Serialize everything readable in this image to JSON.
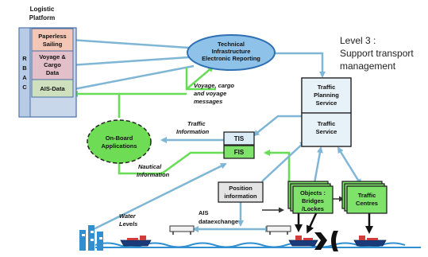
{
  "platform": {
    "title_line1": "Logistic",
    "title_line2": "Platform",
    "rbac_letters": [
      "R",
      "B",
      "A",
      "C"
    ],
    "paperless_line1": "Paperless",
    "paperless_line2": "Sailing",
    "voyage_line1": "Voyage &",
    "voyage_line2": "Cargo",
    "voyage_line3": "Data",
    "ais_data": "AIS-Data"
  },
  "technical": {
    "line1": "Technical",
    "line2": "Infrastructure",
    "line3": "Electronic Reporting"
  },
  "level": {
    "line1": "Level 3 :",
    "line2": "Support transport",
    "line3": "management"
  },
  "messages": {
    "line1": "Voyage, cargo",
    "line2": "and voyage",
    "line3": "messages"
  },
  "traffic_planning": {
    "line1": "Traffic",
    "line2": "Planning",
    "line3": "Service"
  },
  "traffic_service": {
    "line1": "Traffic",
    "line2": "Service"
  },
  "traffic_information": {
    "line1": "Traffic",
    "line2": "Information"
  },
  "tis": "TIS",
  "fis": "FIS",
  "onboard": {
    "line1": "On-Board",
    "line2": "Applications"
  },
  "nautical": {
    "line1": "Nautical",
    "line2": "Information"
  },
  "position": {
    "line1": "Position",
    "line2": "information"
  },
  "objects": {
    "line1": "Objects :",
    "line2": "Bridges",
    "line3": "/Lockes"
  },
  "traffic_centres": {
    "line1": "Traffic",
    "line2": "Centres"
  },
  "water_levels": {
    "line1": "Water",
    "line2": "Levels"
  },
  "ais_exchange": {
    "line1": "AIS",
    "line2": "dataexchange"
  },
  "colors": {
    "arrow_blue": "#7fb6d6",
    "arrow_green": "#66dd55",
    "box_green": "#7ee26b",
    "ellipse_blue": "#8ec2e8",
    "ellipse_green": "#6fdc55",
    "pink": "#f4c6b5",
    "mauve": "#e3bfc9",
    "sage": "#cfe0bf",
    "rbac_blue": "#b7cbe6",
    "water": "#2f8fd0"
  }
}
